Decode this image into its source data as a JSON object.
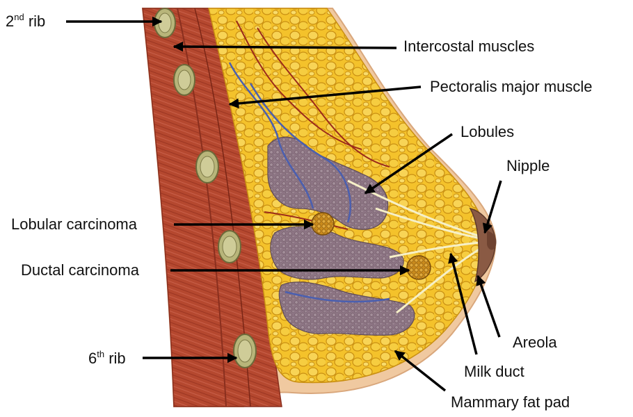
{
  "labels": {
    "rib2": {
      "base": "2",
      "sup": "nd",
      "rest": " rib"
    },
    "rib6": {
      "base": "6",
      "sup": "th",
      "rest": " rib"
    },
    "intercostal": "Intercostal muscles",
    "pectoralis": "Pectoralis major muscle",
    "lobules": "Lobules",
    "nipple": "Nipple",
    "lobular_carcinoma": "Lobular carcinoma",
    "ductal_carcinoma": "Ductal carcinoma",
    "areola": "Areola",
    "milk_duct": "Milk duct",
    "mammary_fat_pad": "Mammary fat pad"
  },
  "colors": {
    "background": "#ffffff",
    "skin": "#f0c9a0",
    "skin_shadow": "#d9a77c",
    "muscle": "#b5482f",
    "muscle_dark": "#8a2f1e",
    "fat": "#f4c22b",
    "fat_dark": "#c98f12",
    "lobule": "#8d7584",
    "vein": "#4a5fb0",
    "artery": "#9c2a1a",
    "tumor": "#c98a1c",
    "rib": "#b8b57a",
    "arrow": "#000000"
  }
}
